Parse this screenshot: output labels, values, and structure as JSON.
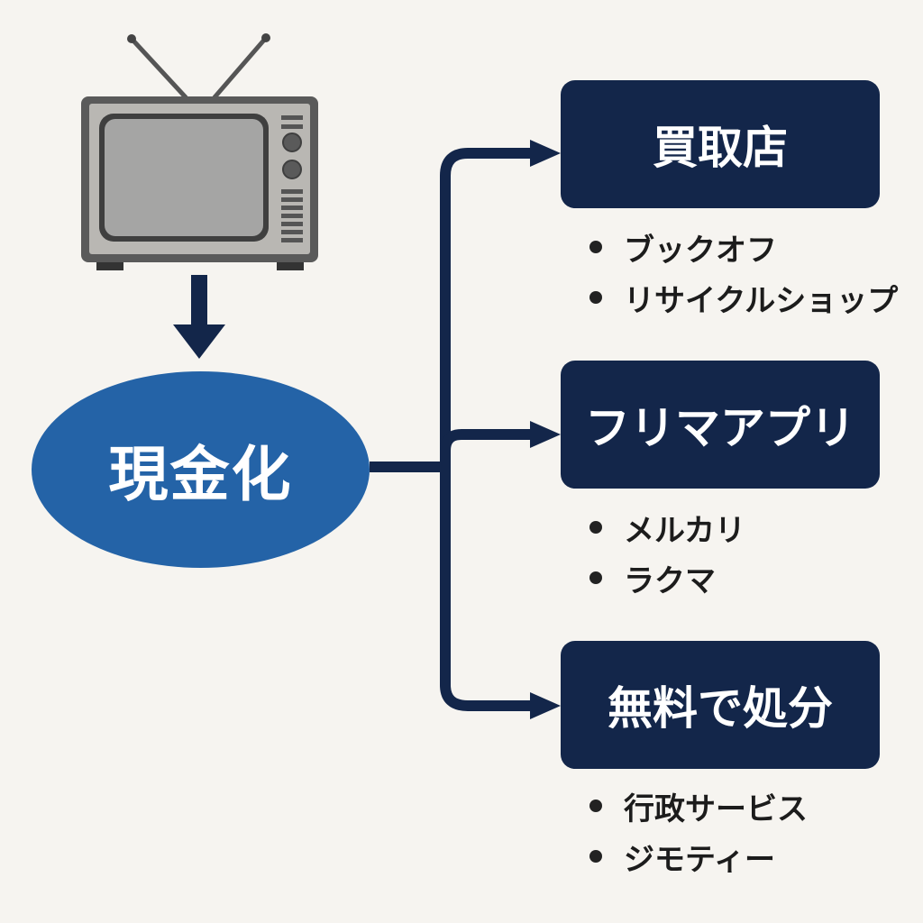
{
  "diagram": {
    "source_icon": "retro-tv-icon",
    "center_node": {
      "label": "現金化"
    },
    "colors": {
      "background": "#f6f4f0",
      "center_node_fill": "#2463a7",
      "box_fill": "#13264a",
      "connector": "#13264a",
      "text_dark": "#1c1c1c",
      "text_light": "#ffffff"
    },
    "branches": [
      {
        "label": "買取店",
        "items": [
          "ブックオフ",
          "リサイクルショップ"
        ]
      },
      {
        "label": "フリマアプリ",
        "items": [
          "メルカリ",
          "ラクマ"
        ]
      },
      {
        "label": "無料で処分",
        "items": [
          "行政サービス",
          "ジモティー"
        ]
      }
    ]
  }
}
